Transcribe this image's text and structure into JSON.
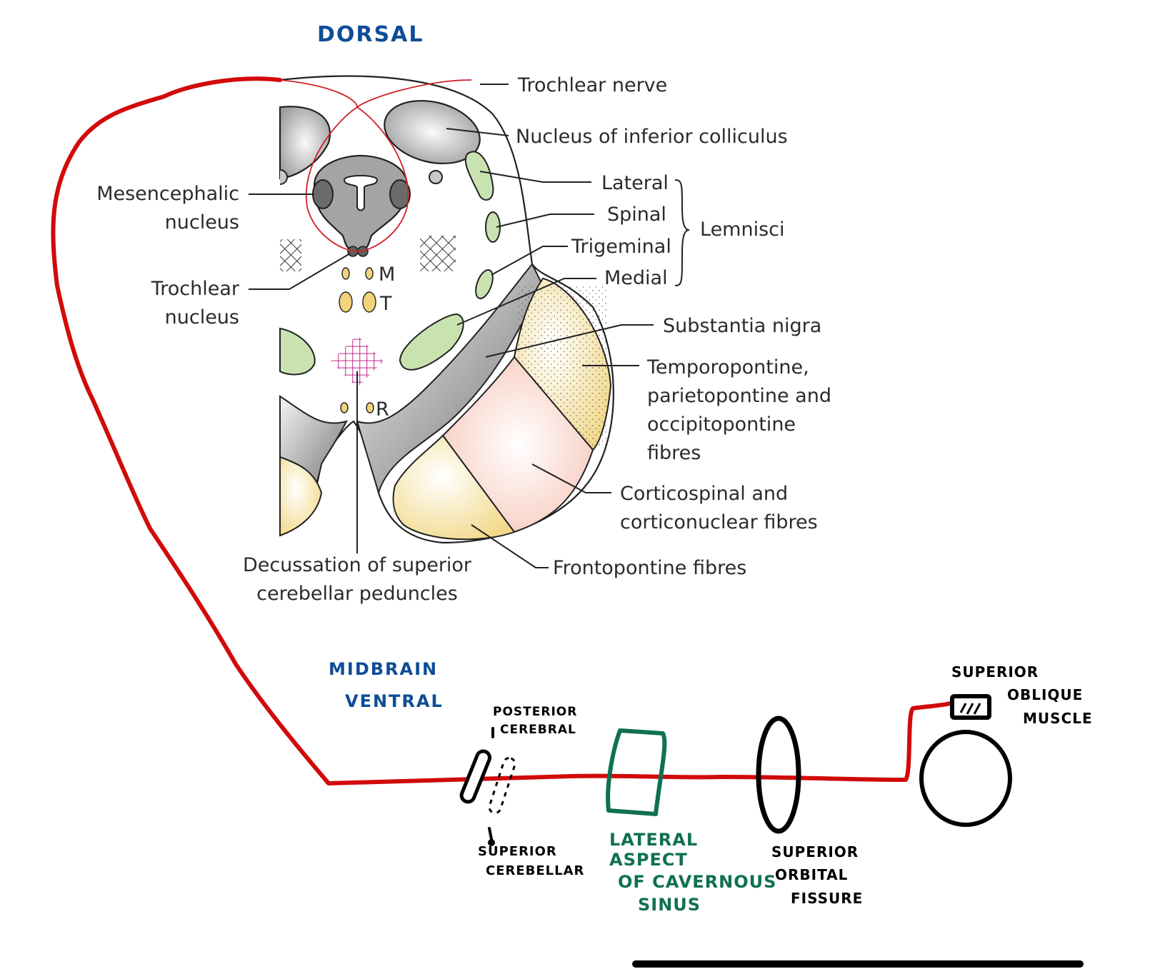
{
  "colors": {
    "nerve_path": "#d10a0a",
    "orientation_text": "#0d4d96",
    "cavernous_sinus": "#0f7052",
    "ink": "#000000",
    "lemniscus_fill": "#c9e3b0",
    "nucleus_yellow": "#f2d27a",
    "fibre_yellow": "#f6e7b0",
    "corticospinal_pink": "#f9d6cc",
    "decussation": "#c0268f",
    "gray_matter": "#9a9a9a"
  },
  "handwritten": {
    "dorsal": "DORSAL",
    "midbrain": "MIDBRAIN",
    "ventral": "VENTRAL",
    "posterior_cerebral": [
      "POSTERIOR",
      "CEREBRAL"
    ],
    "superior_cerebellar": [
      "SUPERIOR",
      "CEREBELLAR"
    ],
    "cavernous_sinus": [
      "LATERAL",
      "ASPECT",
      "OF CAVERNOUS",
      "SINUS"
    ],
    "superior_orbital_fissure": [
      "SUPERIOR",
      "ORBITAL",
      "FISSURE"
    ],
    "superior_oblique": [
      "SUPERIOR",
      "OBLIQUE",
      "MUSCLE"
    ]
  },
  "printed_labels": {
    "trochlear_nerve": "Trochlear nerve",
    "inferior_colliculus": "Nucleus of inferior colliculus",
    "lemnisci_group": "Lemnisci",
    "lemnisci": [
      "Lateral",
      "Spinal",
      "Trigeminal",
      "Medial"
    ],
    "mesencephalic": [
      "Mesencephalic",
      "nucleus"
    ],
    "trochlear_nucleus": [
      "Trochlear",
      "nucleus"
    ],
    "substantia_nigra": "Substantia nigra",
    "temporopontine": [
      "Temporopontine,",
      "parietopontine and",
      "occipitopontine",
      "fibres"
    ],
    "corticospinal": [
      "Corticospinal and",
      "corticonuclear fibres"
    ],
    "frontopontine": "Frontopontine fibres",
    "decussation": [
      "Decussation of superior",
      "cerebellar peduncles"
    ],
    "nucleus_letters": {
      "M": "M",
      "T": "T",
      "R": "R"
    }
  }
}
